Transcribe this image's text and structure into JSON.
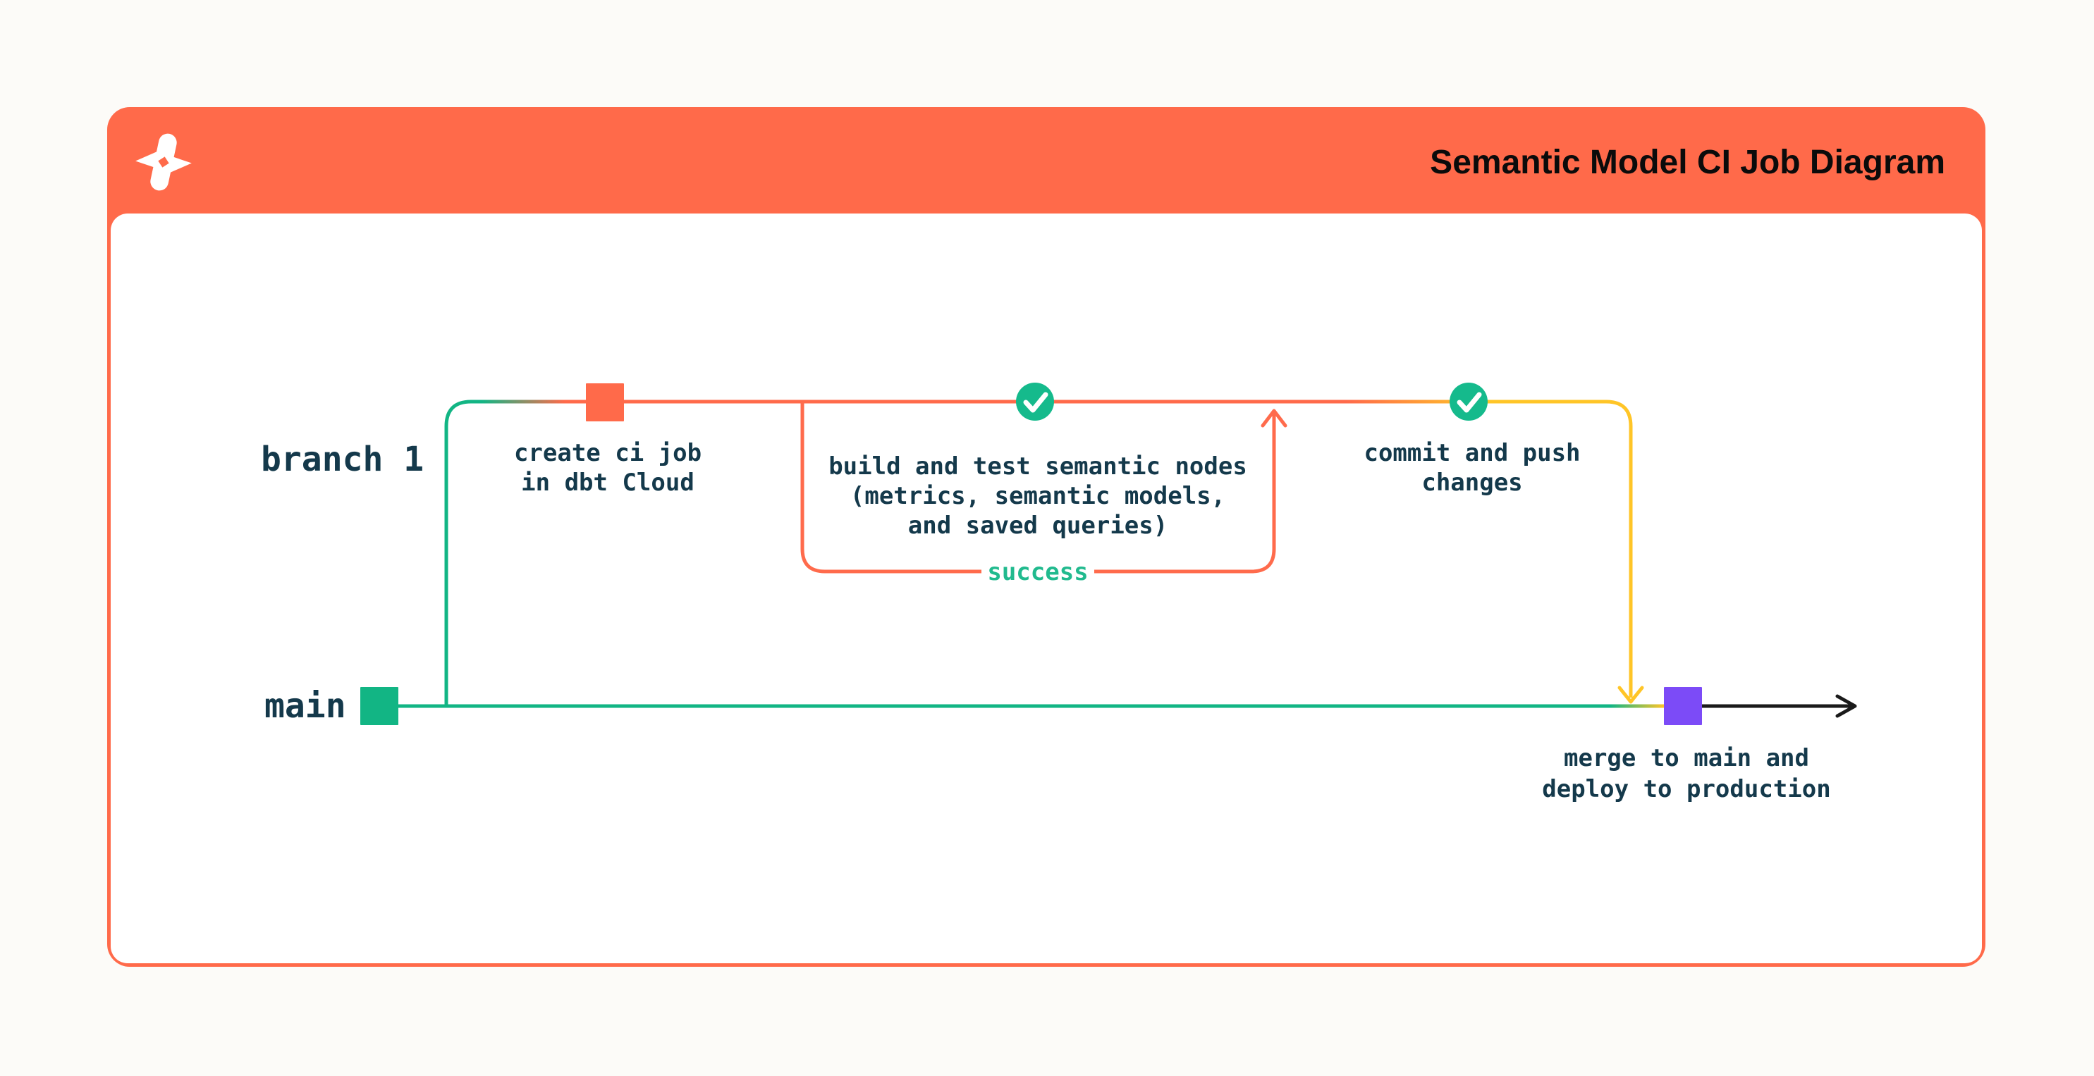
{
  "header": {
    "title": "Semantic Model CI Job Diagram",
    "background_color": "#FF6A4A",
    "title_color": "#0B0B0B",
    "logo": "dbt-logo"
  },
  "diagram": {
    "branch_labels": {
      "branch1": "branch 1",
      "main": "main"
    },
    "nodes": {
      "create_ci_job": {
        "label": "create ci job\nin dbt Cloud",
        "marker": "orange-square"
      },
      "build_and_test": {
        "label": "build and test semantic nodes\n(metrics, semantic models,\nand saved queries)",
        "marker": "check-circle"
      },
      "success": {
        "label": "success"
      },
      "commit_and_push": {
        "label": "commit and push\nchanges",
        "marker": "check-circle"
      },
      "merge_to_main": {
        "label": "merge to main and\ndeploy to production",
        "marker": "purple-square"
      },
      "main_start": {
        "marker": "green-square"
      }
    },
    "colors": {
      "green": "#12B584",
      "check_green": "#15BA8C",
      "orange": "#FF6A4A",
      "yellow": "#FFC527",
      "purple": "#7C4BF7",
      "label_navy": "#14394B",
      "success_green": "#21BA8E",
      "arrow_black": "#1A1A1A"
    }
  }
}
